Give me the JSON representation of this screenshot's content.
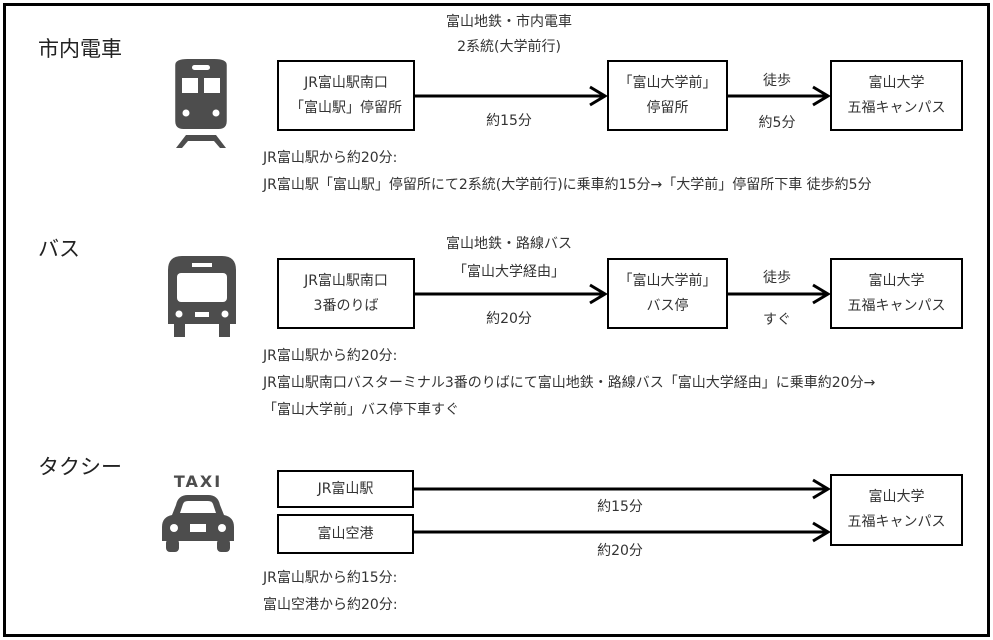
{
  "colors": {
    "icon": "#4d4d4d",
    "border": "#000000",
    "text": "#333333"
  },
  "sections": {
    "tram": {
      "title": "市内電車",
      "icon": "train-icon",
      "from": [
        "JR富山駅南口",
        "「富山駅」停留所"
      ],
      "route_top": [
        "富山地鉄・市内電車",
        "2系統(大学前行)"
      ],
      "route_bottom": "約15分",
      "stop": [
        "「富山大学前」",
        "停留所"
      ],
      "walk_top": "徒歩",
      "walk_bottom": "約5分",
      "dest": [
        "富山大学",
        "五福キャンパス"
      ],
      "desc": [
        "JR富山駅から約20分:",
        "JR富山駅「富山駅」停留所にて2系統(大学前行)に乗車約15分→「大学前」停留所下車  徒歩約5分"
      ]
    },
    "bus": {
      "title": "バス",
      "icon": "bus-icon",
      "from": [
        "JR富山駅南口",
        "3番のりば"
      ],
      "route_top": [
        "富山地鉄・路線バス",
        "「富山大学経由」"
      ],
      "route_bottom": "約20分",
      "stop": [
        "「富山大学前」",
        "バス停"
      ],
      "walk_top": "徒歩",
      "walk_bottom": "すぐ",
      "dest": [
        "富山大学",
        "五福キャンパス"
      ],
      "desc": [
        "JR富山駅から約20分:",
        "JR富山駅南口バスターミナル3番のりばにて富山地鉄・路線バス「富山大学経由」に乗車約20分→",
        "「富山大学前」バス停下車すぐ"
      ]
    },
    "taxi": {
      "title": "タクシー",
      "icon": "taxi-icon",
      "icon_text": "TAXI",
      "from_a": "JR富山駅",
      "from_b": "富山空港",
      "time_a": "約15分",
      "time_b": "約20分",
      "dest": [
        "富山大学",
        "五福キャンパス"
      ],
      "desc": [
        "JR富山駅から約15分:",
        "富山空港から約20分:"
      ]
    }
  }
}
